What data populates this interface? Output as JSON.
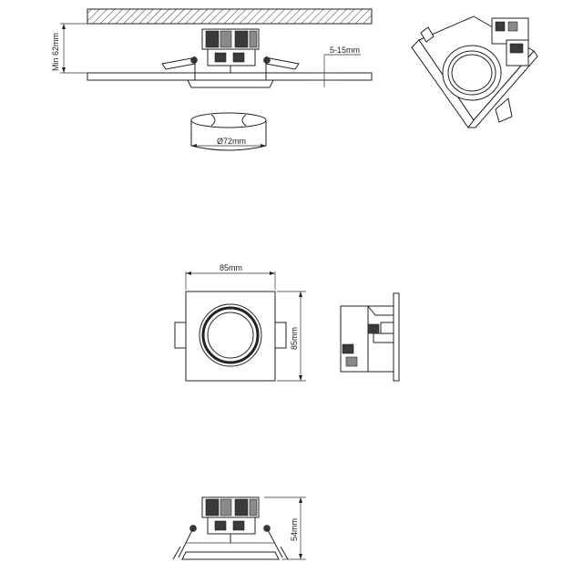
{
  "dimensions": {
    "min_height": "Min 62mm",
    "ceiling_thickness": "5-15mm",
    "cutout_diameter": "Ø72mm",
    "width": "85mm",
    "height": "85mm",
    "depth": "54mm"
  },
  "colors": {
    "line": "#222222",
    "background": "#ffffff"
  }
}
